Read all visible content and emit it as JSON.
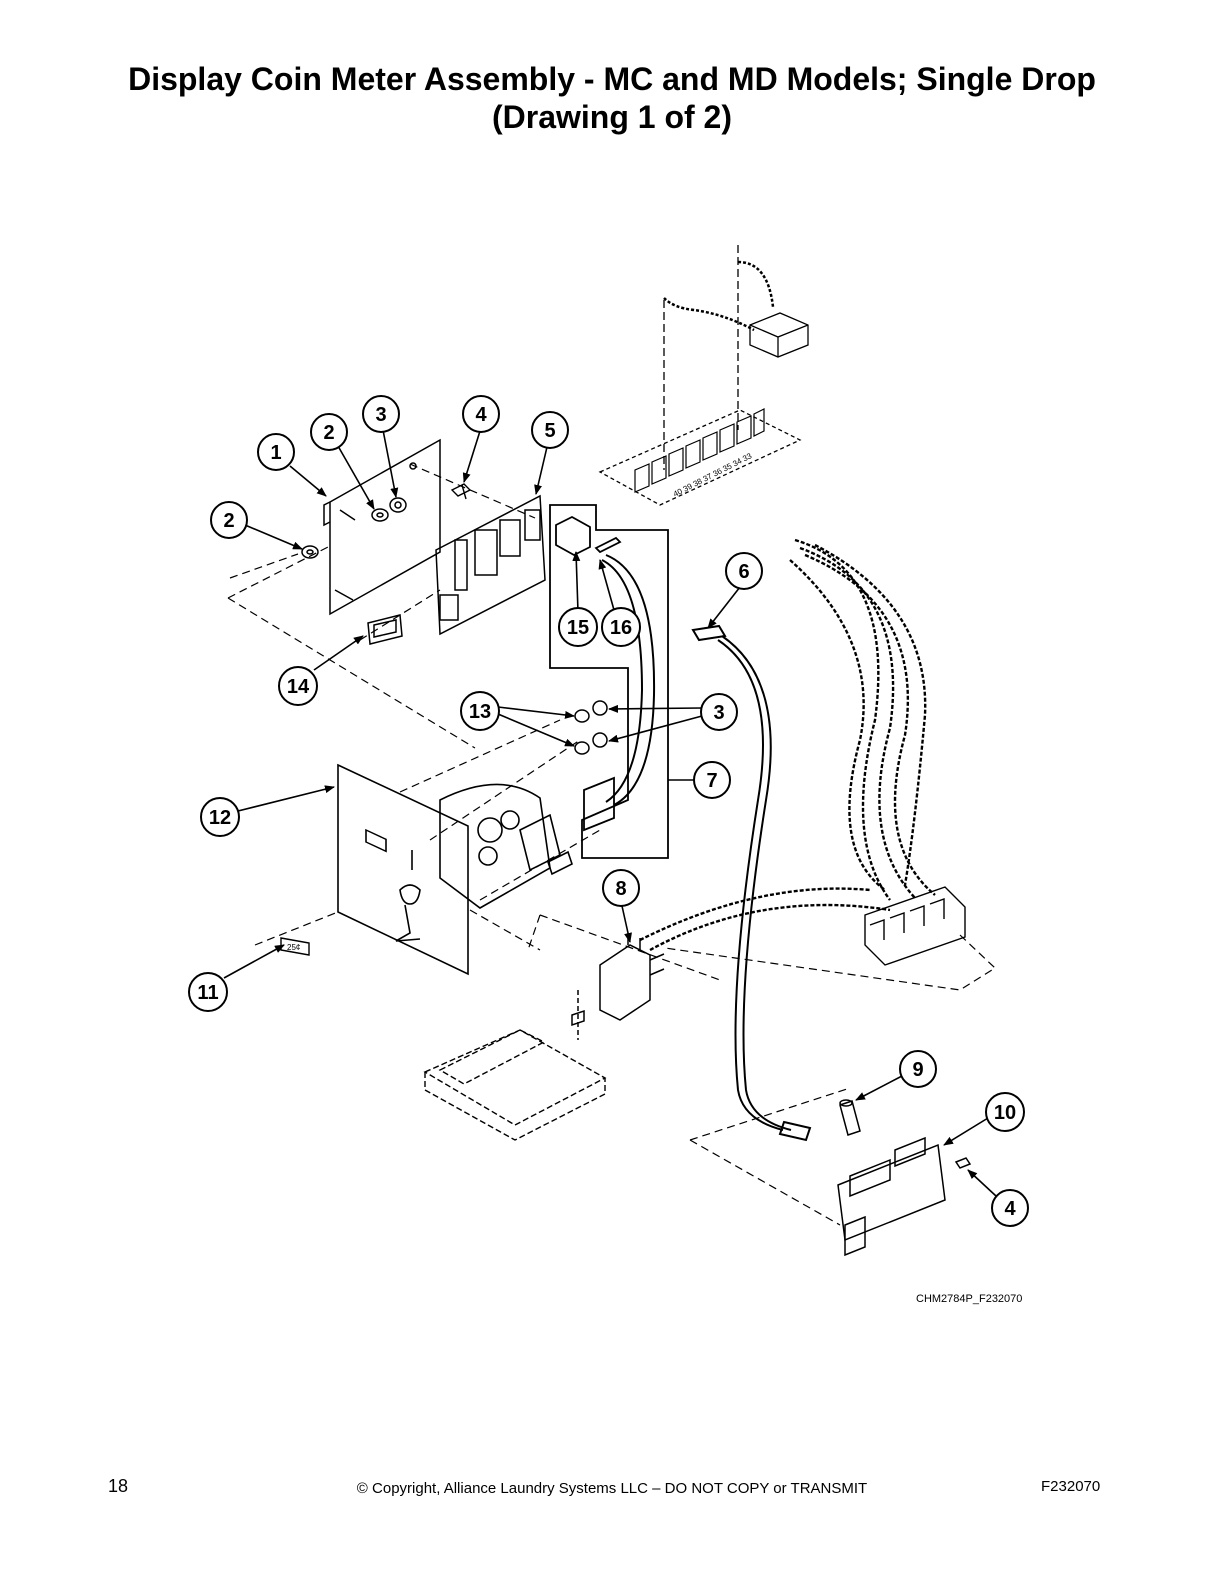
{
  "page": {
    "title_line1": "Display Coin Meter Assembly - MC and MD Models; Single Drop",
    "title_line2": "(Drawing 1 of 2)",
    "drawing_code": "CHM2784P_F232070",
    "page_number": "18",
    "copyright": "© Copyright, Alliance Laundry Systems LLC – DO NOT COPY or TRANSMIT",
    "doc_code": "F232070"
  },
  "callouts": [
    {
      "id": "c1",
      "label": "1"
    },
    {
      "id": "c2a",
      "label": "2"
    },
    {
      "id": "c2b",
      "label": "2"
    },
    {
      "id": "c3a",
      "label": "3"
    },
    {
      "id": "c3b",
      "label": "3"
    },
    {
      "id": "c4a",
      "label": "4"
    },
    {
      "id": "c4b",
      "label": "4"
    },
    {
      "id": "c5",
      "label": "5"
    },
    {
      "id": "c6",
      "label": "6"
    },
    {
      "id": "c7",
      "label": "7"
    },
    {
      "id": "c8",
      "label": "8"
    },
    {
      "id": "c9",
      "label": "9"
    },
    {
      "id": "c10",
      "label": "10"
    },
    {
      "id": "c11",
      "label": "11"
    },
    {
      "id": "c12",
      "label": "12"
    },
    {
      "id": "c13",
      "label": "13"
    },
    {
      "id": "c14",
      "label": "14"
    },
    {
      "id": "c15",
      "label": "15"
    },
    {
      "id": "c16",
      "label": "16"
    }
  ],
  "part_texts": {
    "price_label": "25¢",
    "terminal_numbers": "40 39 38 37 36 35 34 33"
  }
}
